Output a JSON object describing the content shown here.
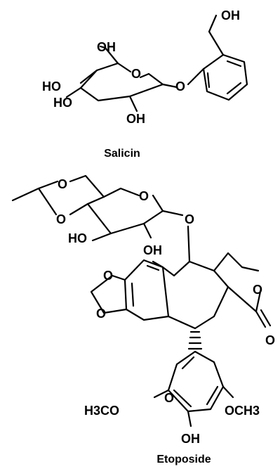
{
  "molecules": [
    {
      "name": "Salicin",
      "atom_labels": [
        "OH",
        "OH",
        "O",
        "O",
        "HO",
        "HO",
        "OH"
      ]
    },
    {
      "name": "Etoposide",
      "atom_labels": [
        "O",
        "O",
        "O",
        "O",
        "HO",
        "OH",
        "O",
        "O",
        "O",
        "O",
        "O",
        "H3CO",
        "OCH3",
        "OH"
      ]
    }
  ],
  "colors": {
    "ink": "#000000",
    "background": "#ffffff"
  }
}
